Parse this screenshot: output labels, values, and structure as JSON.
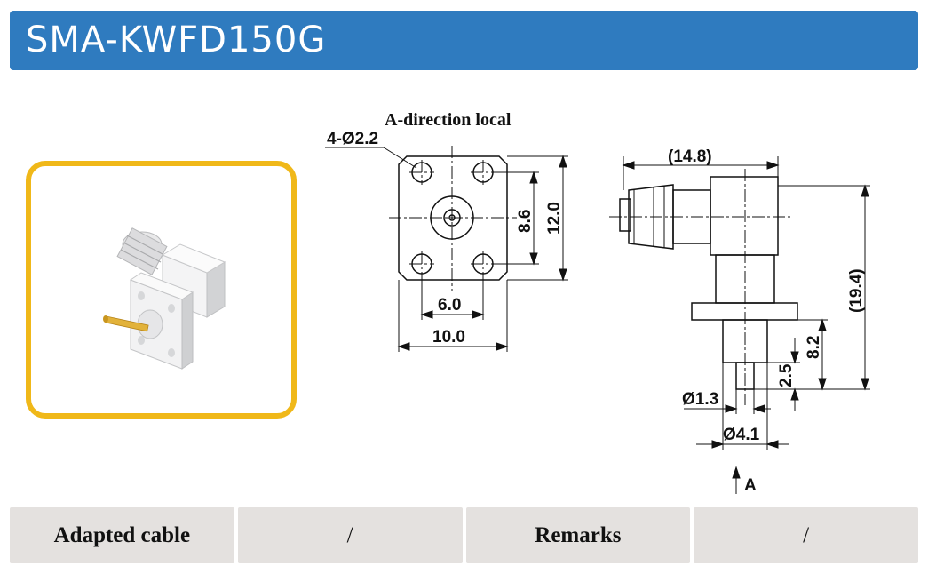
{
  "header": {
    "title": "SMA-KWFD150G"
  },
  "drawing": {
    "front_view_label": "A-direction local",
    "holes_callout": "4-Ø2.2",
    "dim_hole_spacing_v": "8.6",
    "dim_flange_height": "12.0",
    "dim_hole_spacing_h": "6.0",
    "dim_flange_width": "10.0",
    "dim_overall_length": "(14.8)",
    "dim_overall_height": "(19.4)",
    "dim_pin_length": "8.2",
    "dim_pin_tip": "2.5",
    "dim_pin_dia": "Ø1.3",
    "dim_body_dia": "Ø4.1",
    "view_arrow_label": "A"
  },
  "table": {
    "cells": [
      {
        "text": "Adapted cable",
        "kind": "header"
      },
      {
        "text": "/",
        "kind": "value"
      },
      {
        "text": "Remarks",
        "kind": "header"
      },
      {
        "text": "/",
        "kind": "value"
      }
    ]
  },
  "colors": {
    "title_bar": "#2f7bbf",
    "photo_border": "#f0b819",
    "table_cell": "#e4e1df"
  }
}
